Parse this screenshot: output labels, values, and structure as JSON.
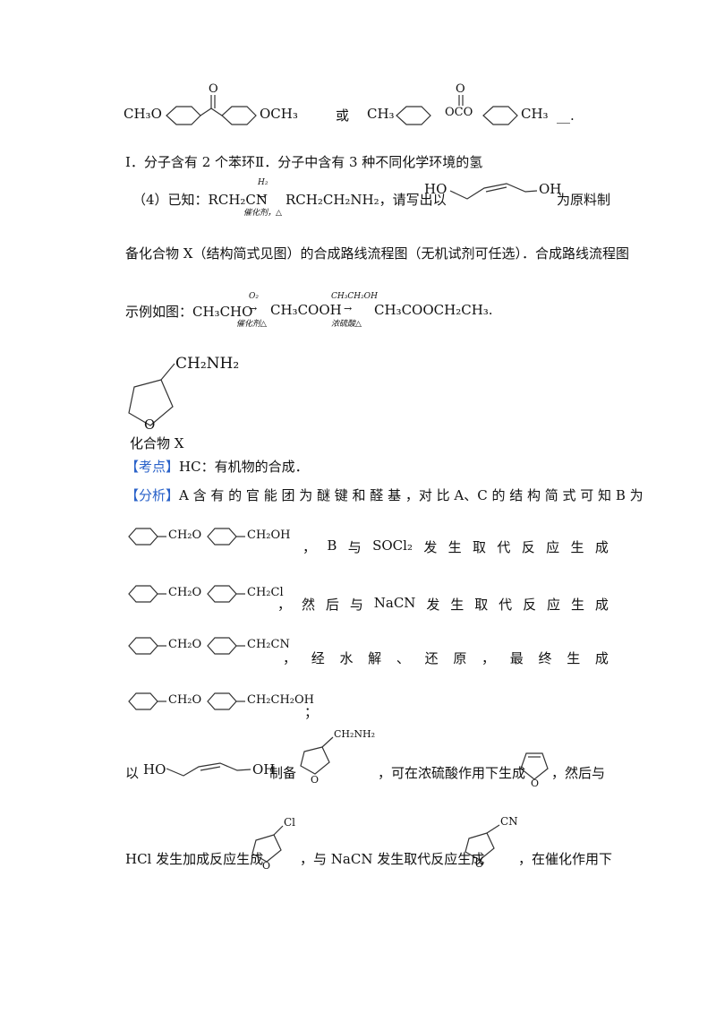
{
  "top": {
    "mol1_left": "CH₃O",
    "mol1_right": "OCH₃",
    "mol1_o": "O",
    "or": "或",
    "mol2_left": "CH₃",
    "mol2_right": "CH₃",
    "mol2_ester": "OCO",
    "mol2_o": "O",
    "trail": "__."
  },
  "cond_line": "Ⅰ．分子含有 2 个苯环Ⅱ．分子中含有 3 种不同化学环境的氢",
  "q4": {
    "prefix": "（4）已知：RCH₂CN",
    "h2": "H₂",
    "cat": "催化剂，△",
    "product": "RCH₂CH₂NH₂，请写出以",
    "ho": "HO",
    "oh": "OH",
    "suffix": "为原料制",
    "line2": "备化合物 X（结构简式见图）的合成路线流程图（无机试剂可任选）．合成路线流程图",
    "ex_prefix": "示例如图：CH₃CHO",
    "o2": "O₂",
    "cat2": "催化剂△",
    "mid": "CH₃COOH",
    "ethanol": "CH₃CH₂OH",
    "acid": "浓硫酸△",
    "ex_product": "CH₃COOCH₂CH₃."
  },
  "fig_x": {
    "substituent": "CH₂NH₂",
    "ring_o": "O",
    "caption": "化合物 X"
  },
  "kaodian": {
    "tag": "【考点】",
    "text": "HC：有机物的合成．"
  },
  "fenxi": {
    "tag": "【分析】",
    "text": "A 含 有 的 官 能 团 为 醚 键 和 醛 基 ，对 比 A、C 的 结 构 简 式 可 知 B 为"
  },
  "chain": {
    "link": "CH₂O",
    "row1_end": "CH₂OH",
    "row1_text": [
      "，",
      "B",
      "与",
      "SOCl₂",
      "发",
      "生",
      "取",
      "代",
      "反",
      "应",
      "生",
      "成"
    ],
    "row2_end": "CH₂Cl",
    "row2_text": [
      "，",
      "然",
      "后",
      "与",
      "NaCN",
      "发",
      "生",
      "取",
      "代",
      "反",
      "应",
      "生",
      "成"
    ],
    "row3_end": "CH₂CN",
    "row3_text": [
      "，",
      "经",
      "水",
      "解",
      "、",
      "还",
      "原",
      "，",
      "最",
      "终",
      "生",
      "成"
    ],
    "row4_end": "CH₂CH₂OH",
    "row4_text": "；"
  },
  "route1": {
    "yi": "以",
    "ho": "HO",
    "oh": "OH",
    "zhibei": "制备",
    "nh2": "CH₂NH₂",
    "ring_o": "O",
    "text1": "，可在浓硫酸作用下生成",
    "text2": "，然后与"
  },
  "route2": {
    "text1": "HCl 发生加成反应生成",
    "cl": "Cl",
    "ring_o": "O",
    "text2": "，与 NaCN 发生取代反应生成",
    "cn": "CN",
    "text3": "，在催化作用下"
  }
}
